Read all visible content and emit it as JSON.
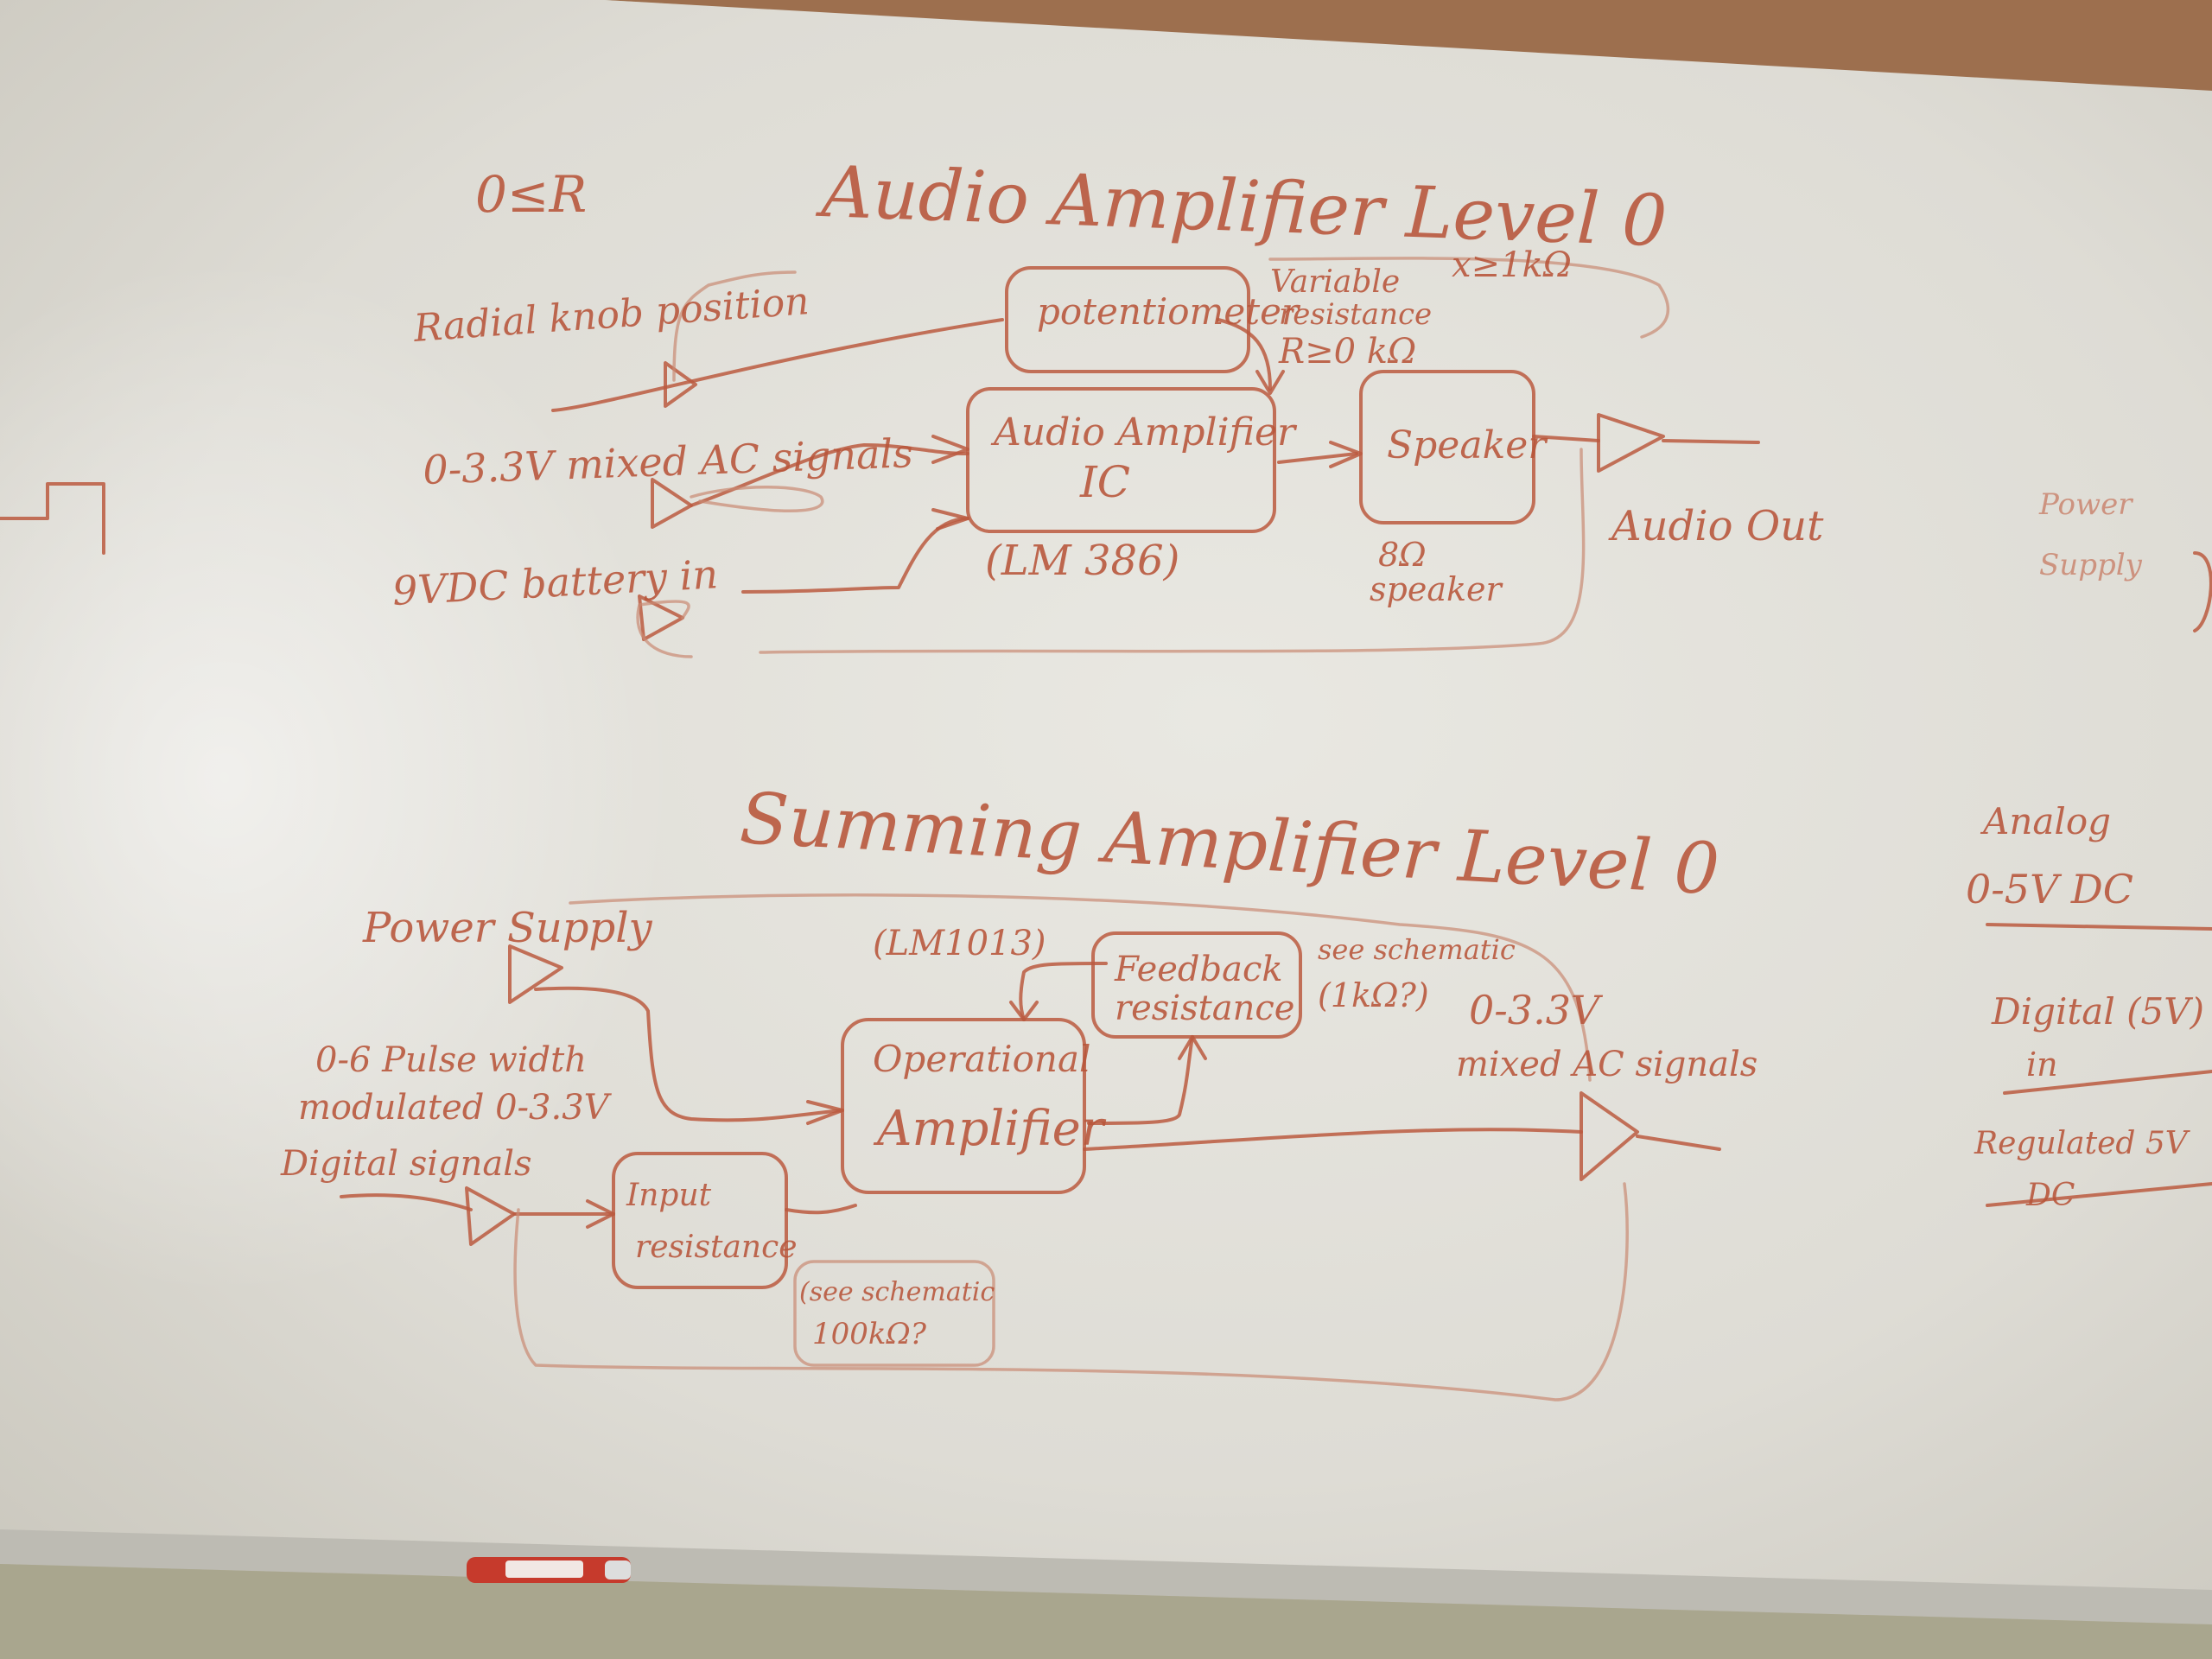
{
  "diagram_top": {
    "title": "Audio Amplifier Level 0",
    "left_note": "0≤R",
    "input_radial": "Radial knob position",
    "input_signal": "0-3.3V mixed AC signals",
    "input_battery": "9VDC battery in",
    "potentiometer": "potentiometer",
    "variable_resistance_1": "Variable",
    "variable_resistance_2": "resistance",
    "variable_resistance_3": "R≥0 kΩ",
    "top_right_note": "x≥1kΩ",
    "amp_ic_line1": "Audio Amplifier",
    "amp_ic_line2": "IC",
    "amp_ic_part": "(LM 386)",
    "speaker": "Speaker",
    "speaker_spec_1": "8Ω",
    "speaker_spec_2": "speaker",
    "output": "Audio Out"
  },
  "diagram_bottom": {
    "title": "Summing Amplifier Level 0",
    "power_supply": "Power Supply",
    "opamp_part": "(LM1013)",
    "feedback_line1": "Feedback",
    "feedback_line2": "resistance",
    "feedback_note_1": "see schematic",
    "feedback_note_2": "(1kΩ?)",
    "pwm_line1": "0-6 Pulse width",
    "pwm_line2": "modulated 0-3.3V",
    "pwm_line3": "Digital signals",
    "input_resistance_line1": "Input",
    "input_resistance_line2": "resistance",
    "input_note_1": "(see schematic",
    "input_note_2": "100kΩ?",
    "opamp_line1": "Operational",
    "opamp_line2": "Amplifier",
    "output_line1": "0-3.3V",
    "output_line2": "mixed AC signals"
  },
  "right_edge": {
    "power_1": "Power",
    "power_2": "Supply",
    "analog_1": "Analog",
    "analog_2": "0-5V DC",
    "digital_1": "Digital (5V)",
    "digital_2": "in",
    "regulated_1": "Regulated 5V",
    "regulated_2": "DC"
  },
  "colors": {
    "marker": "#b8553a",
    "board": "#e6e5df",
    "frame": "#9d6f4e",
    "wall": "#b9b59c"
  },
  "objects": {
    "marker_icon": "red-dry-erase-marker"
  }
}
